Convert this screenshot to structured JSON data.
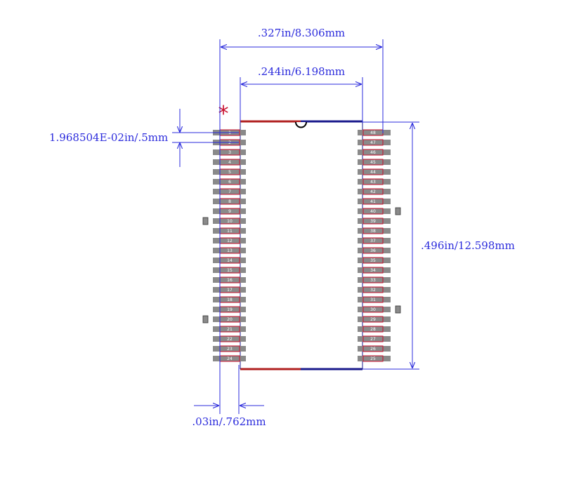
{
  "dimensions": {
    "overall_width": ".327in/8.306mm",
    "body_width": ".244in/6.198mm",
    "pitch": "1.968504E-02in/.5mm",
    "height": ".496in/12.598mm",
    "pad_length": ".03in/.762mm"
  },
  "pin1_marker": "*",
  "pins": {
    "left": [
      "1",
      "2",
      "3",
      "4",
      "5",
      "6",
      "7",
      "8",
      "9",
      "10",
      "11",
      "12",
      "13",
      "14",
      "15",
      "16",
      "17",
      "18",
      "19",
      "20",
      "21",
      "22",
      "23",
      "24"
    ],
    "right": [
      "48",
      "47",
      "46",
      "45",
      "44",
      "43",
      "42",
      "41",
      "40",
      "39",
      "38",
      "37",
      "36",
      "35",
      "34",
      "33",
      "32",
      "31",
      "30",
      "29",
      "28",
      "27",
      "26",
      "25"
    ]
  },
  "colors": {
    "dimension": "#2b2bdc",
    "pad": "#8a8a8a",
    "pad_outline": "#c8102e",
    "body_edge_red": "#b02020",
    "body_edge_blue": "#1a1a8c",
    "marker": "#c8102e"
  }
}
